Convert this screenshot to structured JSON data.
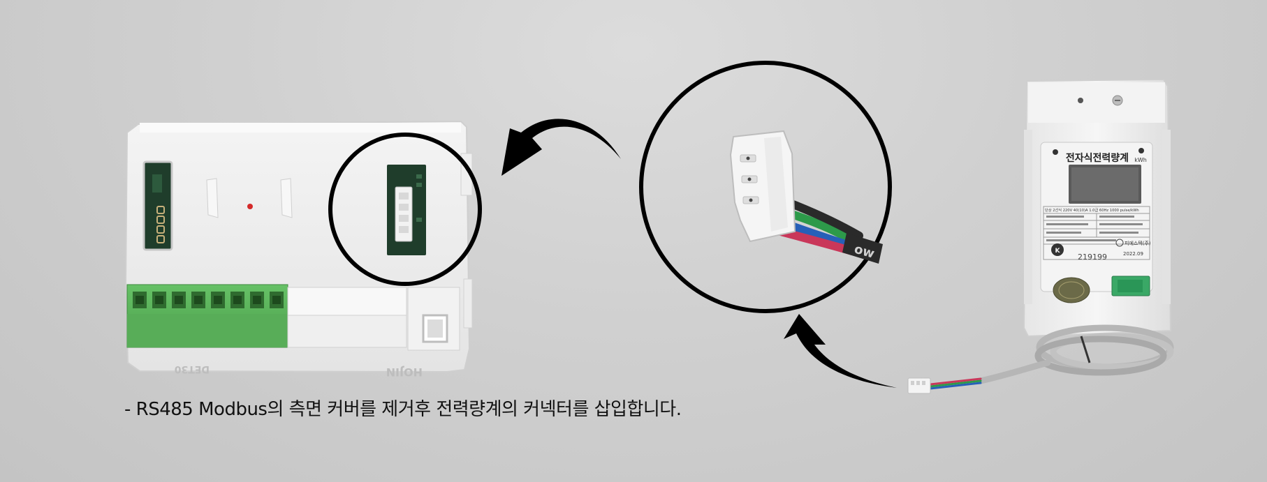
{
  "caption": "- RS485 Modbus의 측면 커버를 제거후 전력량계의 커넥터를 삽입합니다.",
  "module": {
    "brand": "HOJIN",
    "model": "DET30"
  },
  "meter": {
    "title": "전자식전력량계",
    "unit": "kWh",
    "spec": "단상 2선식 220V 40(10)A 1.0급 60Hz 1000 pulse/kWh",
    "serial": "219199",
    "company": "피에스텍(주)",
    "year": "2022.09",
    "cable_label": "ow"
  },
  "colors": {
    "background": "#d0d0d0",
    "terminal_green": "#5bb55b",
    "pcb_green": "#1f3d2b",
    "arrow": "#000000"
  }
}
